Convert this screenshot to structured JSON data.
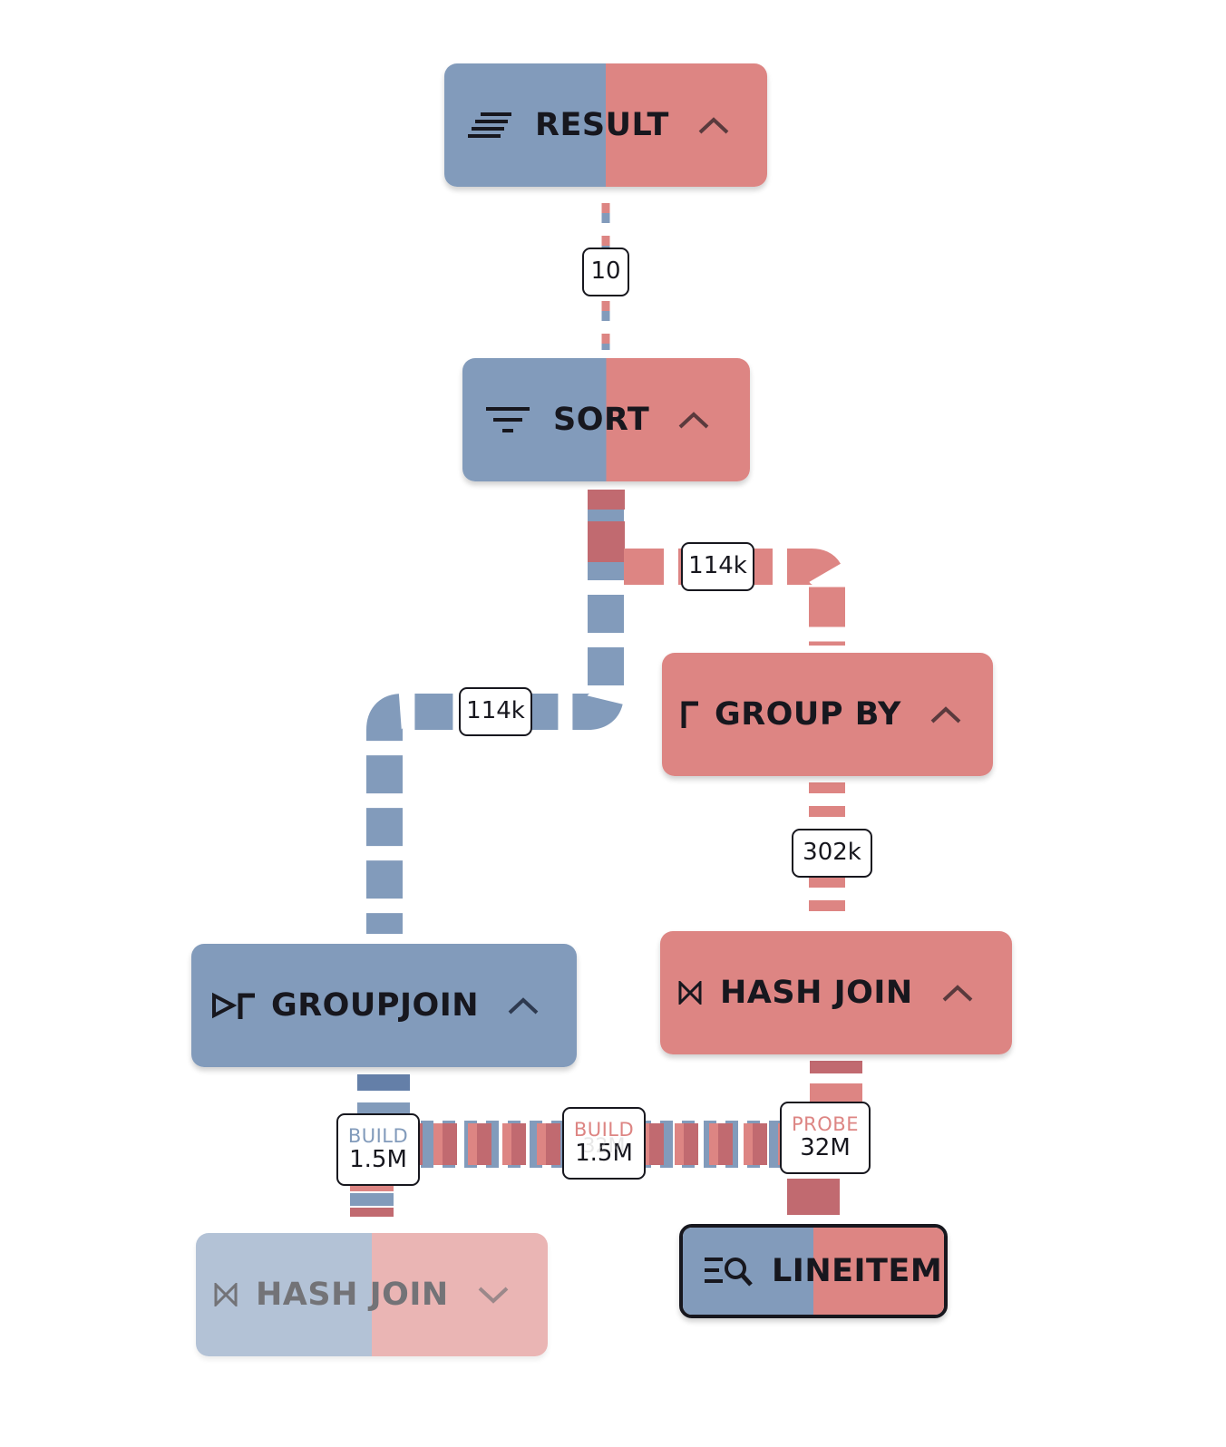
{
  "colors": {
    "blue": "#829bbb",
    "red": "#dd8583",
    "dark_red": "#c16a70",
    "dark_blue": "#647fa8",
    "ink": "#17171e"
  },
  "nodes": {
    "result": {
      "label": "RESULT",
      "icon": "result-lines-icon",
      "chevron": "chevron-up-icon"
    },
    "sort": {
      "label": "SORT",
      "icon": "sort-filter-icon",
      "chevron": "chevron-up-icon"
    },
    "group_by": {
      "label": "GROUP BY",
      "icon": "group-by-icon",
      "chevron": "chevron-up-icon"
    },
    "groupjoin": {
      "label": "GROUPJOIN",
      "icon": "groupjoin-icon",
      "chevron": "chevron-up-icon"
    },
    "hash_join_right": {
      "label": "HASH JOIN",
      "icon": "bowtie-join-icon",
      "chevron": "chevron-up-icon"
    },
    "hash_join_left": {
      "label": "HASH JOIN",
      "icon": "bowtie-join-icon",
      "chevron": "chevron-down-icon"
    },
    "lineitem": {
      "label": "LINEITEM",
      "icon": "table-scan-icon"
    }
  },
  "edges": {
    "result_sort": {
      "count": "10"
    },
    "sort_groupby": {
      "count": "114k"
    },
    "sort_groupjoin": {
      "count": "114k"
    },
    "groupby_hashjoin": {
      "count": "302k"
    },
    "groupjoin_build": {
      "role": "BUILD",
      "count": "1.5M"
    },
    "lineitem_build": {
      "role": "BUILD",
      "count": "1.5M",
      "ghost": "32M"
    },
    "lineitem_probe": {
      "role": "PROBE",
      "count": "32M"
    }
  }
}
